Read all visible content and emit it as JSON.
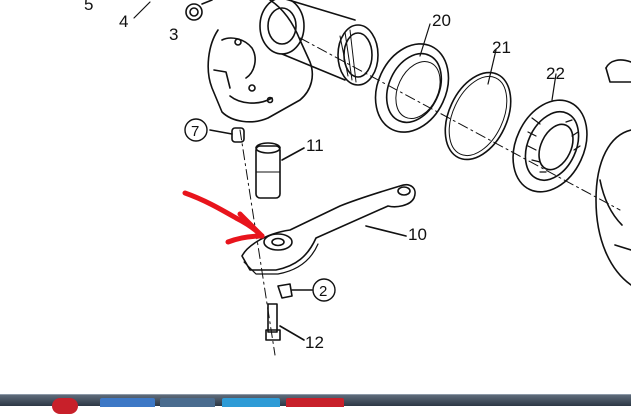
{
  "diagram": {
    "labels": [
      {
        "id": "part-5",
        "text": "5"
      },
      {
        "id": "part-4",
        "text": "4"
      },
      {
        "id": "part-3",
        "text": "3"
      },
      {
        "id": "part-20",
        "text": "20"
      },
      {
        "id": "part-21",
        "text": "21"
      },
      {
        "id": "part-22",
        "text": "22"
      },
      {
        "id": "part-7",
        "text": "7"
      },
      {
        "id": "part-11",
        "text": "11"
      },
      {
        "id": "part-10",
        "text": "10"
      },
      {
        "id": "part-2",
        "text": "2"
      },
      {
        "id": "part-12",
        "text": "12"
      }
    ],
    "annotation_color": "#e8141c",
    "line_color": "#111111"
  },
  "taskbar": {
    "buttons": [
      "browser-icon",
      "folder-icon",
      "media-icon",
      "app-icon"
    ],
    "start_color": "#c8202a"
  }
}
